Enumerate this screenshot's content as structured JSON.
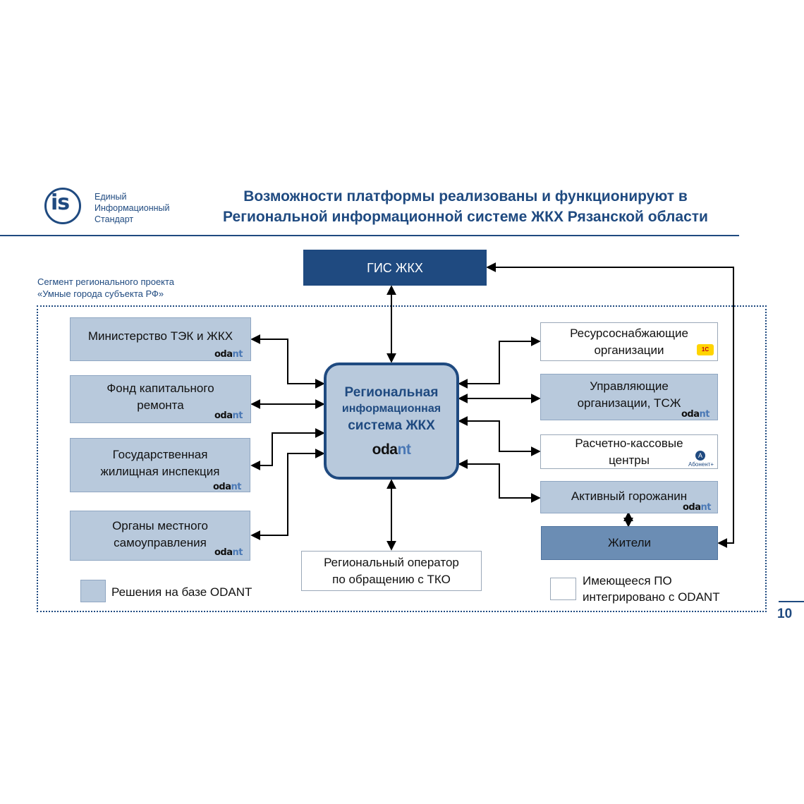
{
  "brand": {
    "logo": "is",
    "lines": [
      "Единый",
      "Информационный",
      "Стандарт"
    ]
  },
  "title": {
    "line1": "Возможности платформы реализованы и функционируют в",
    "line2": "Региональной информационной системе ЖКХ Рязанской области"
  },
  "segment": {
    "label_line1": "Сегмент регионального проекта",
    "label_line2": "«Умные города субъекта РФ»"
  },
  "gis": "ГИС ЖКХ",
  "center": {
    "line1": "Региональная",
    "line2": "информационная",
    "line3": "система ЖКХ",
    "logo_a": "oda",
    "logo_b": "nt"
  },
  "left_boxes": [
    {
      "line1": "Министерство ТЭК и ЖКХ",
      "line2": ""
    },
    {
      "line1": "Фонд капитального",
      "line2": "ремонта"
    },
    {
      "line1": "Государственная",
      "line2": "жилищная инспекция"
    },
    {
      "line1": "Органы местного",
      "line2": "самоуправления"
    }
  ],
  "right_boxes": [
    {
      "line1": "Ресурсоснабжающие",
      "line2": "организации"
    },
    {
      "line1": "Управляющие",
      "line2": "организации, ТСЖ"
    },
    {
      "line1": "Расчетно-кассовые",
      "line2": "центры"
    },
    {
      "line1": "Активный горожанин",
      "line2": ""
    }
  ],
  "zhiteli": "Жители",
  "bottom_box": {
    "line1": "Региональный оператор",
    "line2": "по обращению с ТКО"
  },
  "odant_logo": {
    "a": "oda",
    "b": "nt"
  },
  "badge_1c": "1С",
  "abonent": {
    "mark": "А",
    "text": "Абонент+"
  },
  "legend": {
    "odant": "Решения на базе ODANT",
    "existing_line1": "Имеющееся ПО",
    "existing_line2": "интегрировано с ODANT"
  },
  "page_number": "10",
  "colors": {
    "primary": "#1f4a80",
    "odant_fill": "#b8c9dc",
    "residents_fill": "#6b8db4",
    "odant_nt": "#4a78b5"
  }
}
